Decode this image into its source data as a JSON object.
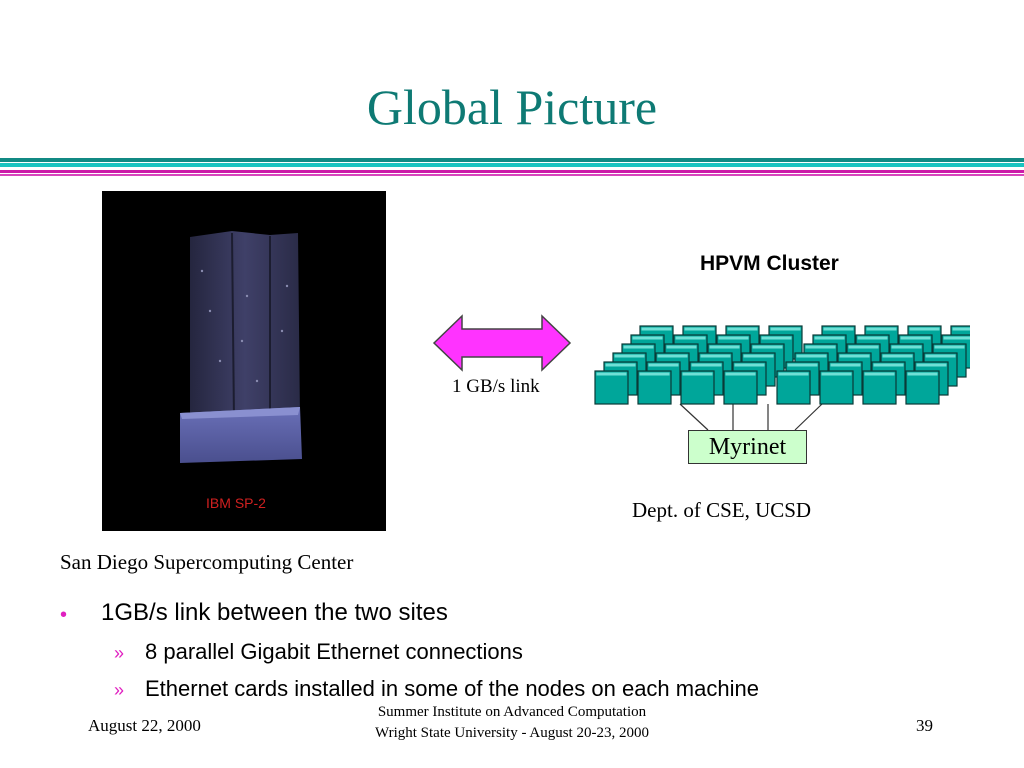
{
  "slide": {
    "title": "Global Picture"
  },
  "left_machine": {
    "label": "IBM SP-2",
    "caption": "San Diego Supercomputing Center"
  },
  "link": {
    "label": "1 GB/s link",
    "arrow_color": "#ff33ff"
  },
  "cluster": {
    "title": "HPVM Cluster",
    "switch_label": "Myrinet",
    "caption": "Dept. of CSE,  UCSD",
    "node_color": "#00a69a"
  },
  "bullets": [
    {
      "text": "1GB/s link between the two sites",
      "sub": [
        "8 parallel Gigabit Ethernet connections",
        "Ethernet cards installed in some of the nodes on each machine"
      ]
    }
  ],
  "footer": {
    "date": "August 22, 2000",
    "center_line1": "Summer Institute on Advanced Computation",
    "center_line2": "Wright State University - August 20-23, 2000",
    "page": "39"
  },
  "colors": {
    "title": "#0e7a74",
    "rule_teal": "#19c4c0",
    "rule_magenta": "#cc1aa8"
  }
}
